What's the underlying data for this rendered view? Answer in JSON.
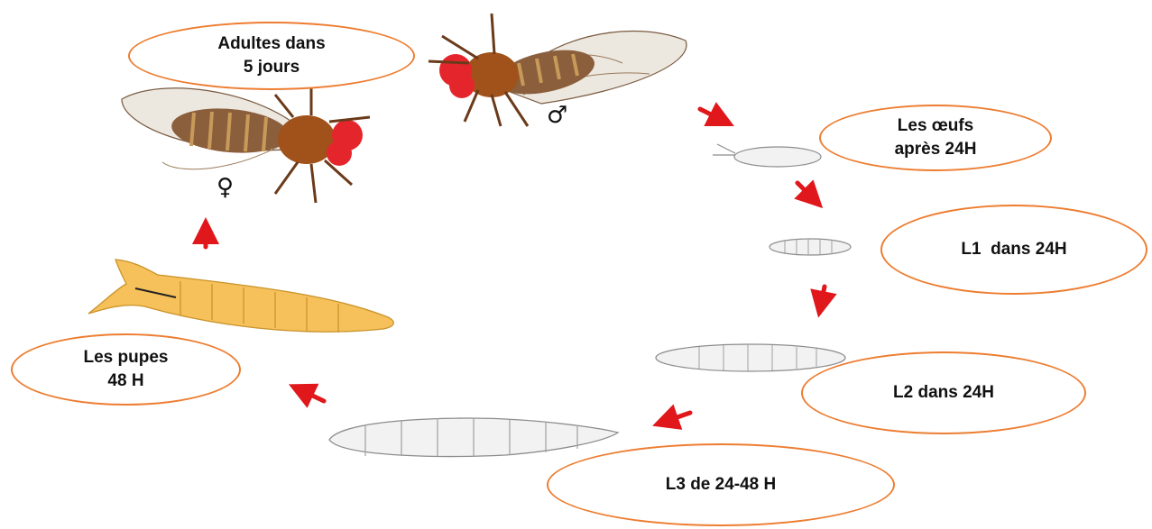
{
  "colors": {
    "bubble_border": "#ED7D31",
    "arrow": "#E0171B",
    "eye": "#E4262C",
    "thorax": "#A0521A",
    "pupa": "#F6C15A",
    "larva": "#F2F2F2"
  },
  "labels": {
    "adults": [
      "Adultes dans",
      "5 jours"
    ],
    "eggs": [
      "Les œufs",
      "après 24H"
    ],
    "l1": [
      "L1  dans 24H"
    ],
    "l2": [
      "L2 dans 24H"
    ],
    "l3": [
      "L3 de 24-48 H"
    ],
    "pupae": [
      "Les pupes",
      "48 H"
    ]
  },
  "symbols": {
    "male": "♂",
    "female": "♀"
  }
}
